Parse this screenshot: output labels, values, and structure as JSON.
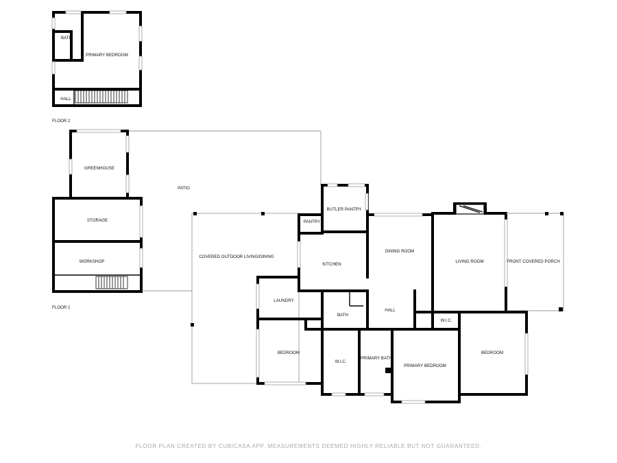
{
  "floor2": {
    "label": "FLOOR 2",
    "rooms": {
      "bath": "BATH",
      "primary_bedroom": "PRIMARY BEDROOM",
      "hall": "HALL"
    }
  },
  "floor1": {
    "label": "FLOOR 1",
    "rooms": {
      "greenhouse": "GREENHOUSE",
      "patio": "PATIO",
      "storage": "STORAGE",
      "workshop": "WORKSHOP",
      "covered_outdoor": "COVERED OUTDOOR LIVING/DINING",
      "laundry": "LAUNDRY",
      "bedroom_left": "BEDROOM",
      "pantry": "PANTRY",
      "butler_pantry": "BUTLER PANTRY",
      "kitchen": "KITCHEN",
      "dining_room": "DINING ROOM",
      "living_room": "LIVING ROOM",
      "front_covered_porch": "FRONT COVERED PORCH",
      "bath": "BATH",
      "hall": "HALL",
      "wic_right": "W.I.C.",
      "wic_left": "W.I.C.",
      "primary_bath": "PRIMARY BATH",
      "primary_bedroom": "PRIMARY BEDROOM",
      "bedroom_right": "BEDROOM"
    }
  },
  "footer": "FLOOR PLAN CREATED BY CUBICASA APP. MEASUREMENTS DEEMED HIGHLY RELIABLE BUT NOT GUARANTEED."
}
